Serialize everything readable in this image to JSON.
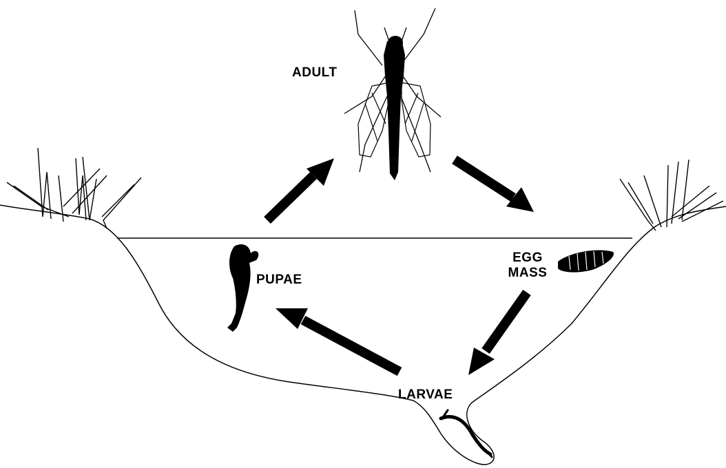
{
  "diagram": {
    "stages": {
      "adult": "ADULT",
      "pupae": "PUPAE",
      "egg_line1": "EGG",
      "egg_line2": "MASS",
      "larvae": "LARVAE"
    },
    "cycle_order": [
      "ADULT",
      "EGG MASS",
      "LARVAE",
      "PUPAE"
    ],
    "colors": {
      "ink": "#000000",
      "background": "#ffffff"
    }
  }
}
